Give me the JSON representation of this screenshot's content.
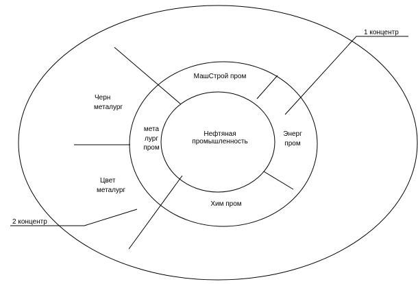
{
  "diagram": {
    "center": {
      "line1": "Нефтяная",
      "line2": "промышленность"
    },
    "inner_ring": {
      "mashstroy": "МашСтрой пром",
      "energ_line1": "Энерг",
      "energ_line2": "пром",
      "him": "Хим пром",
      "metal_line1": "мета",
      "metal_line2": "лург",
      "metal_line3": "пром"
    },
    "outer_ring": {
      "chern_line1": "Черн",
      "chern_line2": "металург",
      "tsvet_line1": "Цвет",
      "tsvet_line2": "металург"
    },
    "callouts": {
      "first": "1 концентр",
      "second": "2 концентр"
    }
  }
}
